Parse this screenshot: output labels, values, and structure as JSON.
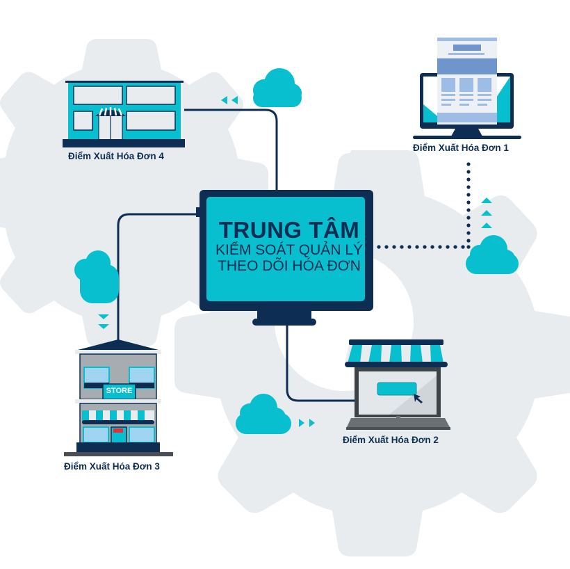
{
  "center": {
    "title": "TRUNG TÂM",
    "line1": "KIỂM SOÁT QUẢN LÝ",
    "line2": "THEO DÕI HÓA ĐƠN"
  },
  "nodes": [
    {
      "id": 1,
      "label": "Điểm Xuất Hóa Đơn 1",
      "icon": "desktop-monitor-webpage-icon"
    },
    {
      "id": 2,
      "label": "Điểm Xuất Hóa Đơn 2",
      "icon": "laptop-shop-awning-icon"
    },
    {
      "id": 3,
      "label": "Điểm Xuất Hóa Đơn 3",
      "icon": "two-story-store-building-icon",
      "sign": "STORE"
    },
    {
      "id": 4,
      "label": "Điểm Xuất Hóa Đơn 4",
      "icon": "flat-shop-building-icon"
    }
  ],
  "colors": {
    "navy": "#0d2e52",
    "cyan": "#08bfd0",
    "gear_gray": "#e8ecef",
    "light_blue": "#9dbde6",
    "mid_blue": "#6f95cc"
  }
}
